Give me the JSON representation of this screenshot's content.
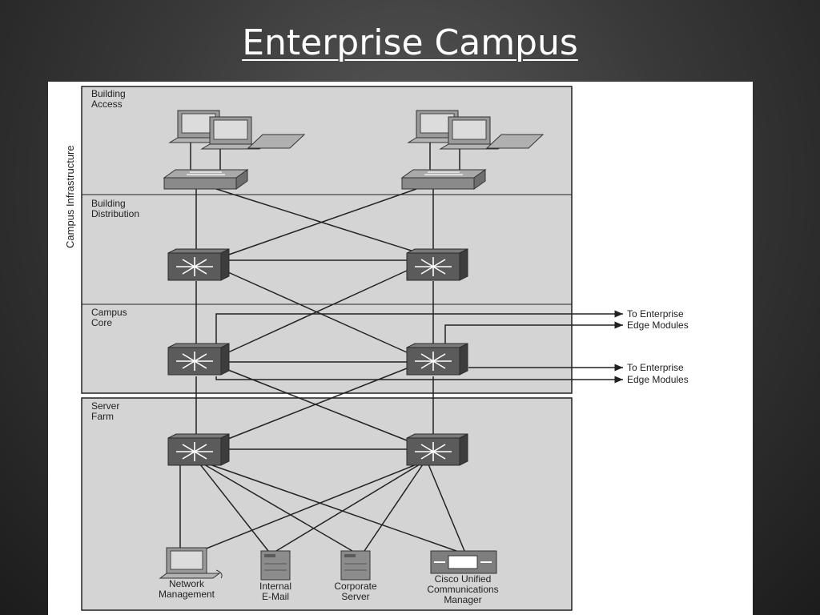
{
  "slide": {
    "title": "Enterprise Campus"
  },
  "diagram": {
    "side_label": "Campus Infrastructure",
    "layers": {
      "building_access": [
        "Building",
        "Access"
      ],
      "building_distribution": [
        "Building",
        "Distribution"
      ],
      "campus_core": [
        "Campus",
        "Core"
      ],
      "server_farm": [
        "Server",
        "Farm"
      ]
    },
    "edge_label_upper": [
      "To Enterprise",
      "Edge Modules"
    ],
    "edge_label_lower": [
      "To Enterprise",
      "Edge Modules"
    ],
    "servers": {
      "network_management": [
        "Network",
        "Management"
      ],
      "internal_email": [
        "Internal",
        "E-Mail"
      ],
      "corporate_server": [
        "Corporate",
        "Server"
      ],
      "cisco_ucm": [
        "Cisco Unified",
        "Communications",
        "Manager"
      ]
    }
  }
}
